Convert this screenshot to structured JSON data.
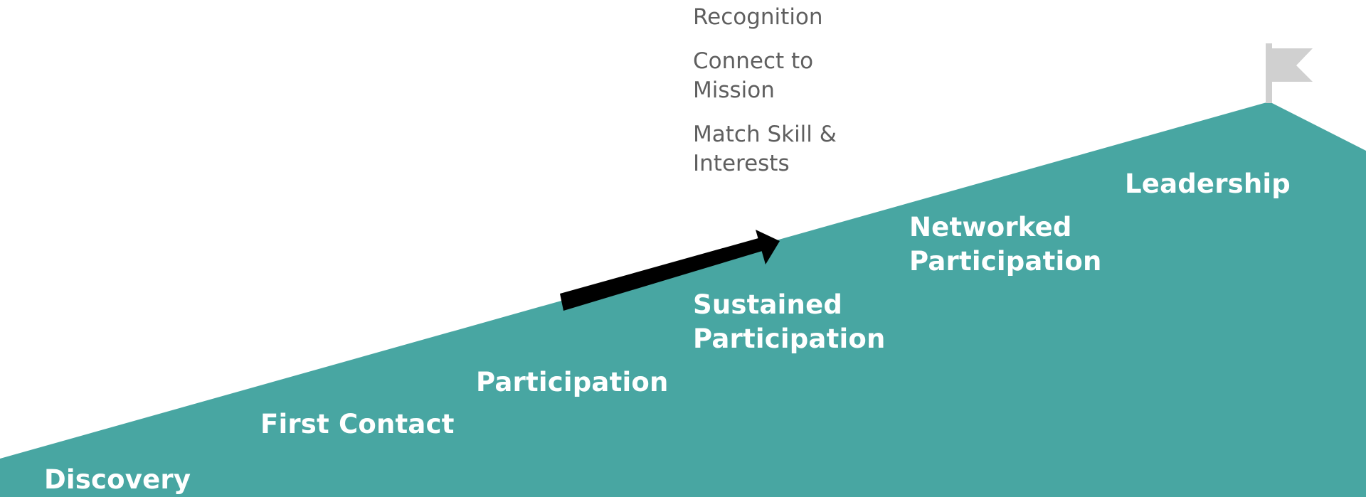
{
  "colors": {
    "mountain": "#48a6a2",
    "arrow": "#000000",
    "flag": "#d0d0d0",
    "stage_text": "#ffffff",
    "callout_text": "#5f5f5f"
  },
  "icons": {
    "flag": "flag-icon",
    "arrow": "arrow-right-icon"
  },
  "stages": [
    {
      "label": "Discovery"
    },
    {
      "label": "First Contact"
    },
    {
      "label": "Participation"
    },
    {
      "label": "Sustained\nParticipation"
    },
    {
      "label": "Networked\nParticipation"
    },
    {
      "label": "Leadership"
    }
  ],
  "callouts": [
    {
      "label": "Recognition"
    },
    {
      "label": "Connect to\nMission"
    },
    {
      "label": "Match Skill &\nInterests"
    }
  ]
}
